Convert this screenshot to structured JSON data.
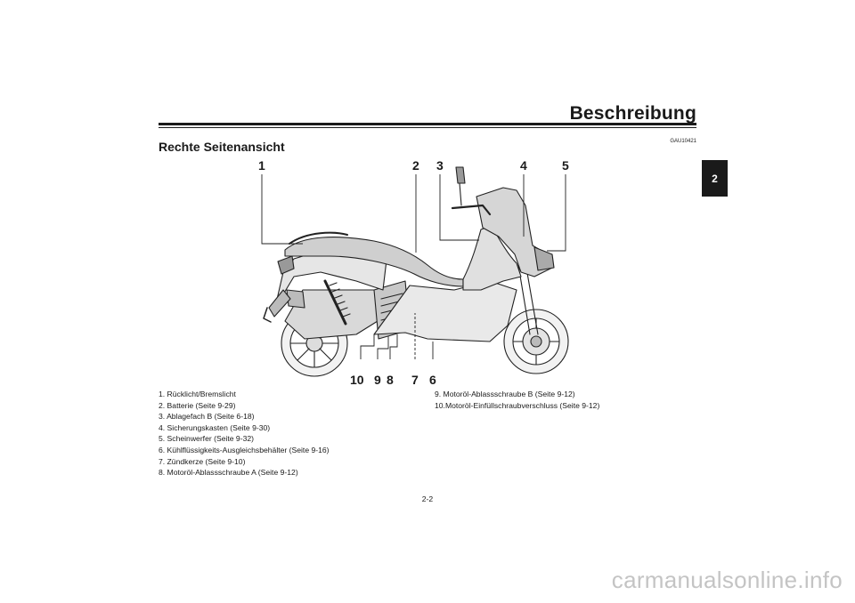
{
  "header": {
    "title": "Beschreibung"
  },
  "chapter_tab": {
    "label": "2"
  },
  "section": {
    "title": "Rechte Seitenansicht",
    "code": "GAU10421"
  },
  "figure": {
    "callouts_top": [
      "1",
      "2",
      "3",
      "4",
      "5"
    ],
    "callouts_bottom": [
      "10",
      "9",
      "8",
      "7",
      "6"
    ]
  },
  "legend": {
    "left": [
      "1. Rücklicht/Bremslicht",
      "2. Batterie (Seite 9-29)",
      "3. Ablagefach B (Seite 6-18)",
      "4. Sicherungskasten (Seite 9-30)",
      "5. Scheinwerfer (Seite 9-32)",
      "6. Kühlflüssigkeits-Ausgleichsbehälter (Seite 9-16)",
      "7. Zündkerze (Seite 9-10)",
      "8. Motoröl-Ablassschraube A (Seite 9-12)"
    ],
    "right": [
      "9. Motoröl-Ablassschraube B (Seite 9-12)",
      "10.Motoröl-Einfüllschraubverschluss (Seite 9-12)"
    ]
  },
  "footer": {
    "page_number": "2-2"
  },
  "watermark": {
    "text": "carmanualsonline.info"
  }
}
